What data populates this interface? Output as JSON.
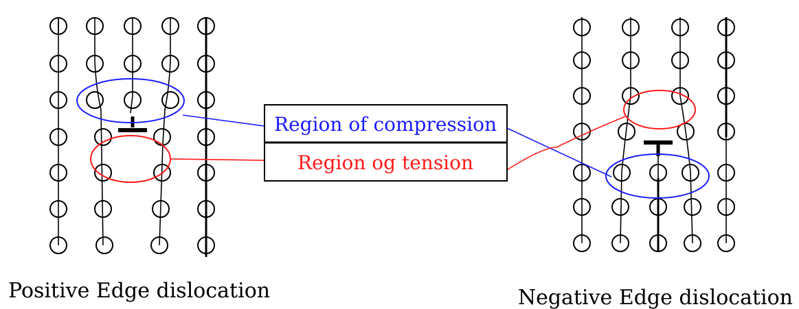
{
  "labels": {
    "compression": "Region of compression",
    "tension": "Region og tension",
    "positive_caption": "Positive Edge dislocation",
    "negative_caption": "Negative Edge dislocation"
  },
  "colors": {
    "compression": "#1a1aff",
    "tension": "#ff1a1a",
    "lattice": "#000000"
  }
}
